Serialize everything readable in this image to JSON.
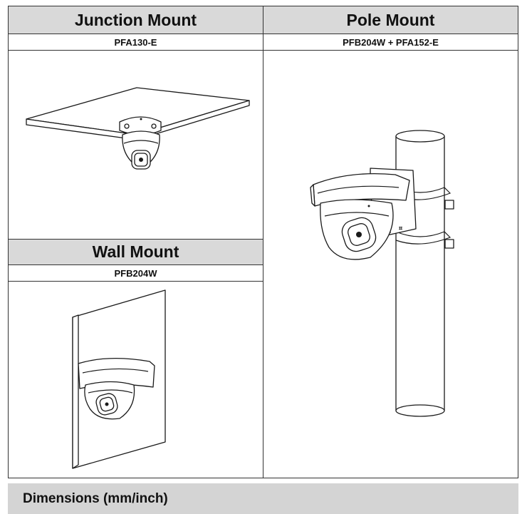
{
  "junction": {
    "title": "Junction Mount",
    "model": "PFA130-E"
  },
  "pole": {
    "title": "Pole Mount",
    "model": "PFB204W + PFA152-E"
  },
  "wall": {
    "title": "Wall Mount",
    "model": "PFB204W"
  },
  "footer": {
    "title": "Dimensions (mm/inch)"
  },
  "icons": {
    "junction": "camera-on-junction-box-illustration",
    "pole": "camera-on-pole-illustration",
    "wall": "camera-on-wall-illustration"
  }
}
